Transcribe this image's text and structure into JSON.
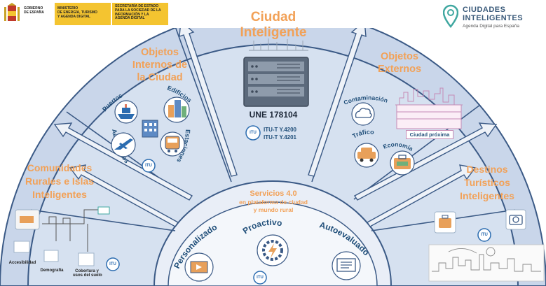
{
  "header": {
    "gobierno": "GOBIERNO\nDE ESPAÑA",
    "ministerio": "MINISTERIO\nDE ENERGÍA, TURISMO\nY AGENDA DIGITAL",
    "secretaria": "SECRETARÍA DE ESTADO\nPARA LA SOCIEDAD DE LA\nINFORMACIÓN Y LA\nAGENDA DIGITAL",
    "logo_title_1": "CIUDADES",
    "logo_title_2": "INTELIGENTES",
    "logo_subtitle": "Agenda Digital para España"
  },
  "center": {
    "title_1": "Ciudad",
    "title_2": "Inteligente",
    "norm": "UNE 178104",
    "itu_1": "ITU-T  Y.4200",
    "itu_2": "ITU-T  Y.4201"
  },
  "sectors": {
    "internos": {
      "l1": "Objetos",
      "l2": "Internos de",
      "l3": "la Ciudad"
    },
    "externos": {
      "l1": "Objetos",
      "l2": "Externos"
    },
    "comunidades": {
      "l1": "Comunidades",
      "l2": "Rurales e Islas",
      "l3": "Inteligentes"
    },
    "destinos": {
      "l1": "Destinos",
      "l2": "Turísticos",
      "l3": "Inteligentes"
    }
  },
  "arc_labels": {
    "puertos": "Puertos",
    "edificios": "Edificios",
    "aeropuertos": "Aeropuertos",
    "estaciones": "Estaciones",
    "contaminacion": "Contaminación",
    "trafico": "Tráfico",
    "economia": "Economía",
    "personalizado": "Personalizado",
    "proactivo": "Proactivo",
    "autoevaluado": "Autoevaluado"
  },
  "ciudad_proxima": "Ciudad próxima",
  "servicios": {
    "l1": "Servicios 4.0",
    "l2": "en plataforma de ciudad",
    "l3": "y mundo rural"
  },
  "rural_captions": {
    "accesibilidad": "Accesibilidad",
    "demografia": "Demografía",
    "cobertura": "Cobertura y\nusos del suelo"
  },
  "itu_badge": "ITU",
  "colors": {
    "outer_band": "#c9d6ea",
    "middle_band": "#b7c9e3",
    "inner_band": "#e9eef7",
    "outline": "#3b5a86",
    "orange": "#f2a157",
    "navy": "#1f4e79",
    "teal": "#3fa7a0",
    "icon_blue": "#2b6cb0"
  }
}
